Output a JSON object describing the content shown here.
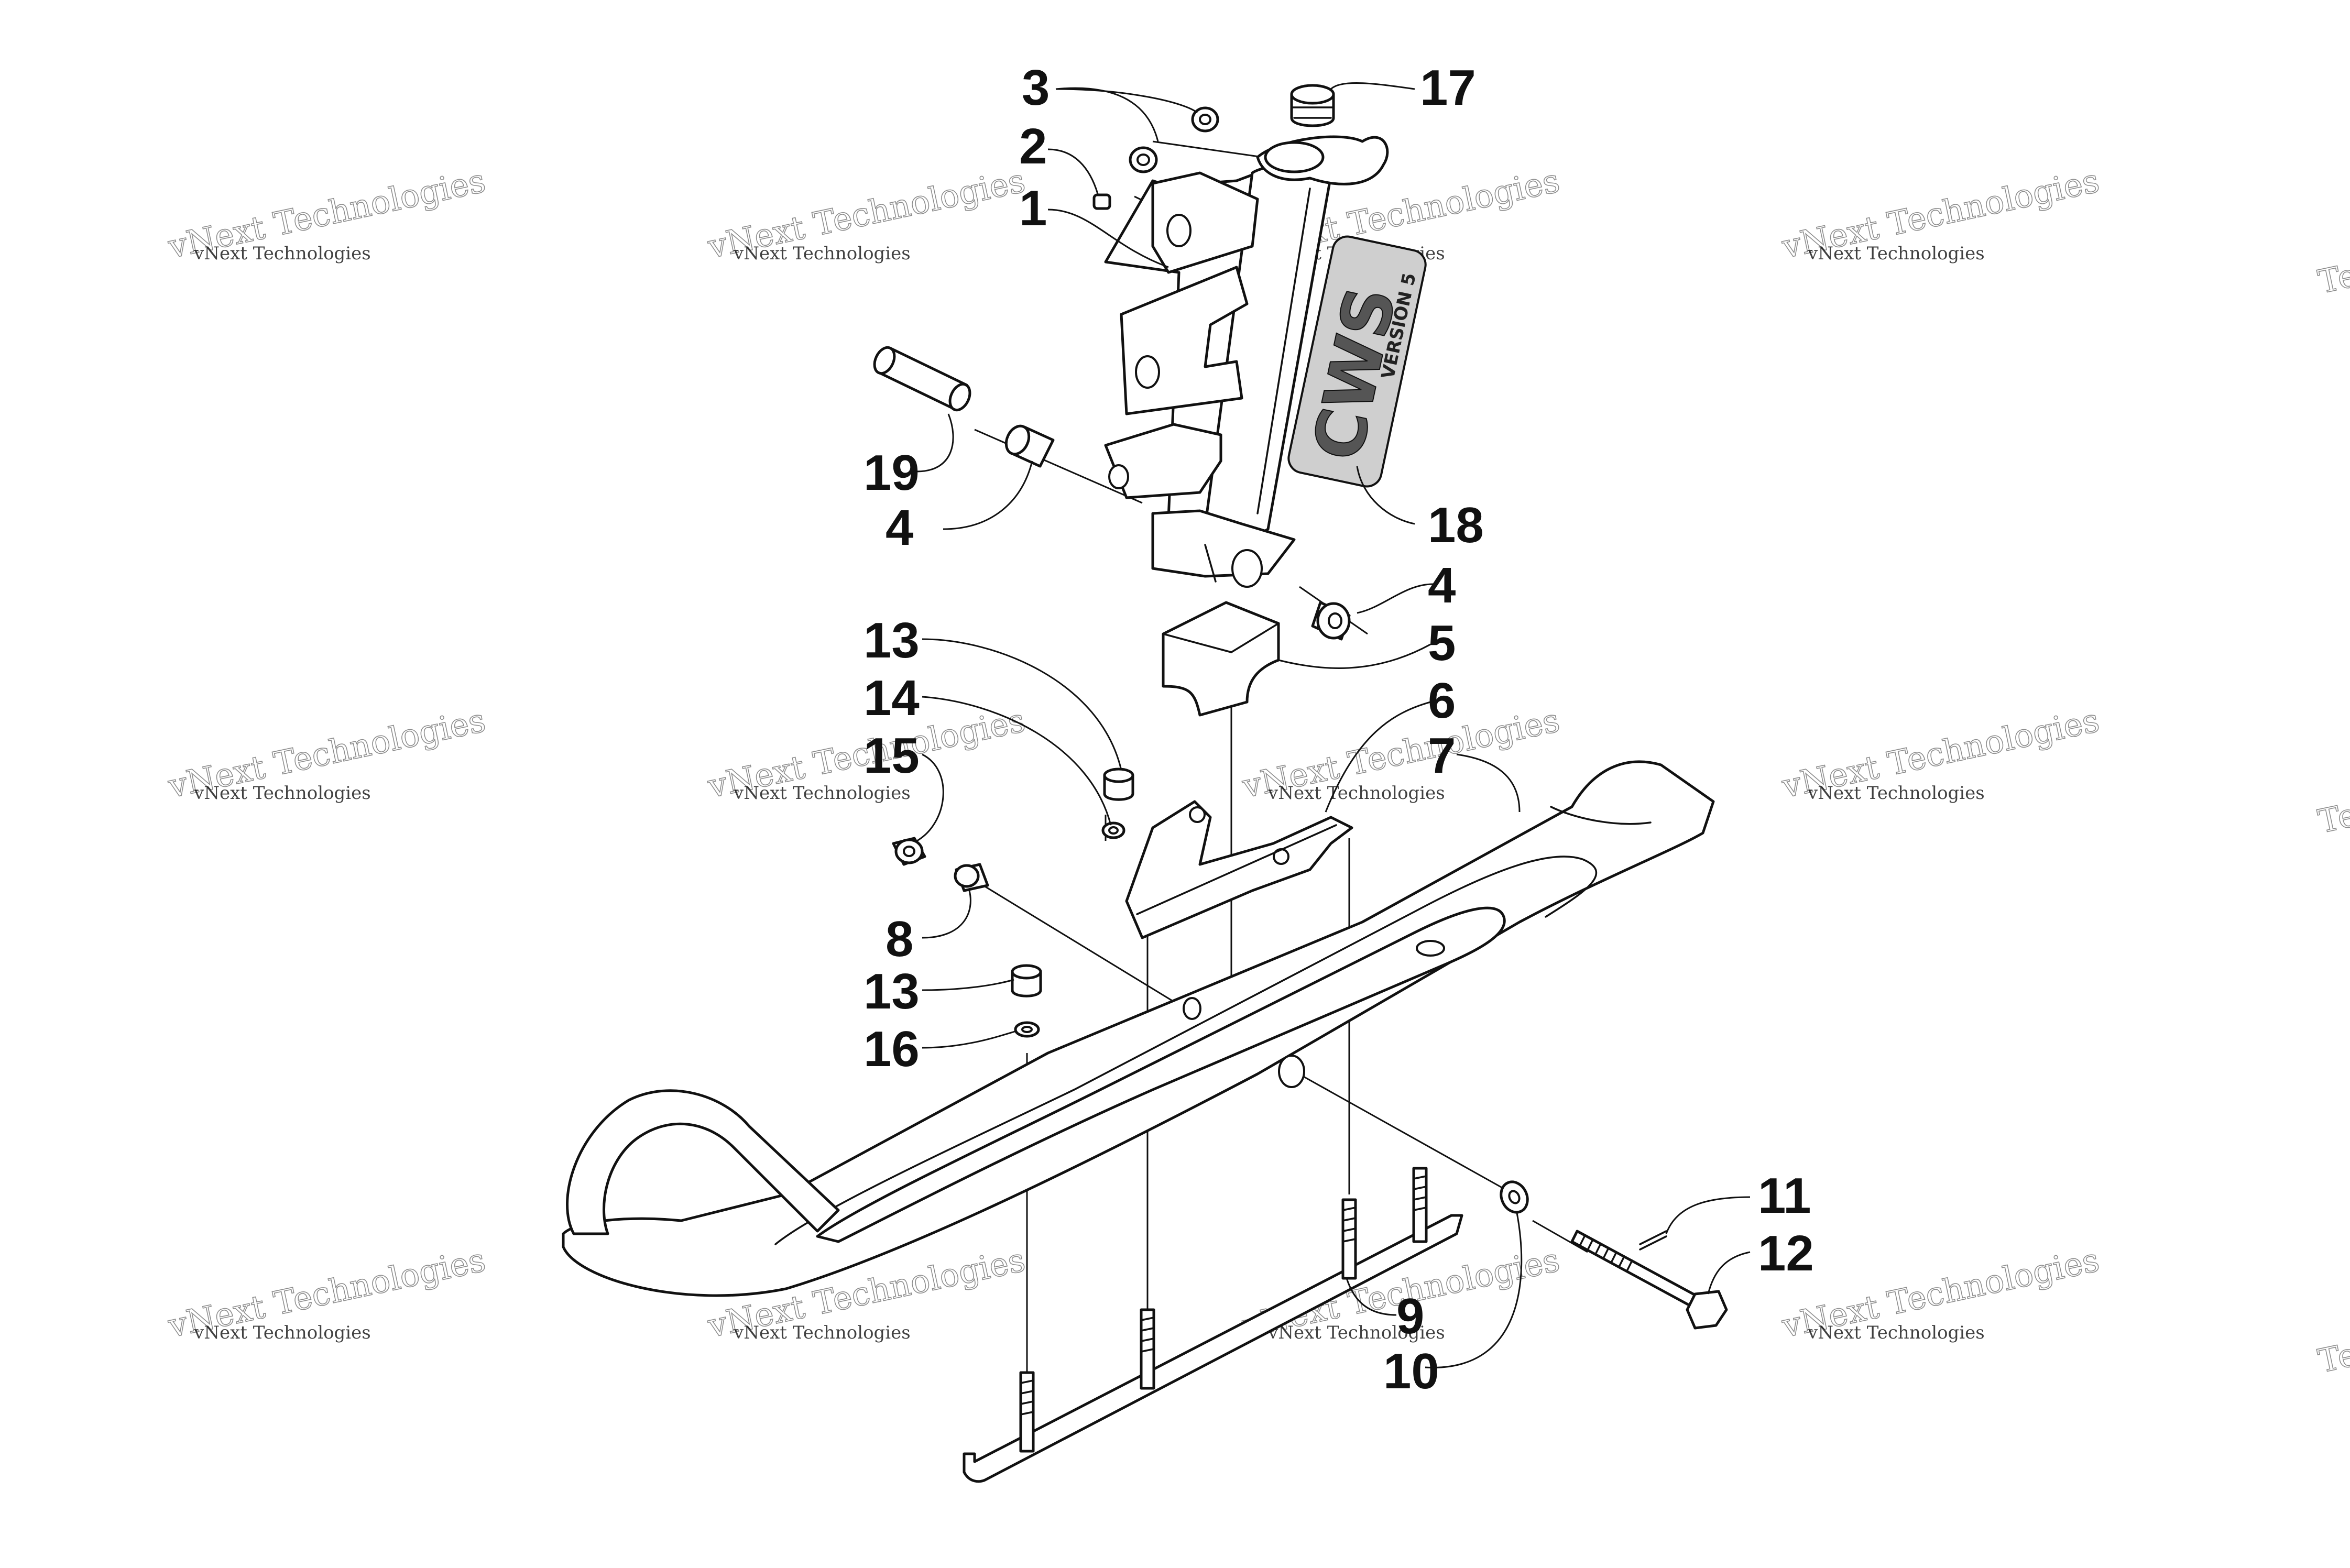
{
  "watermark": {
    "line1": "vNext Technologies",
    "line2": "Technologies"
  },
  "decal": {
    "title": "CWS",
    "subtitle": "VERSION 5"
  },
  "callouts": [
    {
      "id": "c-3",
      "label": "3"
    },
    {
      "id": "c-2",
      "label": "2"
    },
    {
      "id": "c-1",
      "label": "1"
    },
    {
      "id": "c-17",
      "label": "17"
    },
    {
      "id": "c-19",
      "label": "19"
    },
    {
      "id": "c-4a",
      "label": "4"
    },
    {
      "id": "c-18",
      "label": "18"
    },
    {
      "id": "c-4b",
      "label": "4"
    },
    {
      "id": "c-5",
      "label": "5"
    },
    {
      "id": "c-13a",
      "label": "13"
    },
    {
      "id": "c-14",
      "label": "14"
    },
    {
      "id": "c-6",
      "label": "6"
    },
    {
      "id": "c-15",
      "label": "15"
    },
    {
      "id": "c-7",
      "label": "7"
    },
    {
      "id": "c-8",
      "label": "8"
    },
    {
      "id": "c-13b",
      "label": "13"
    },
    {
      "id": "c-16",
      "label": "16"
    },
    {
      "id": "c-11",
      "label": "11"
    },
    {
      "id": "c-12",
      "label": "12"
    },
    {
      "id": "c-9",
      "label": "9"
    },
    {
      "id": "c-10",
      "label": "10"
    }
  ]
}
